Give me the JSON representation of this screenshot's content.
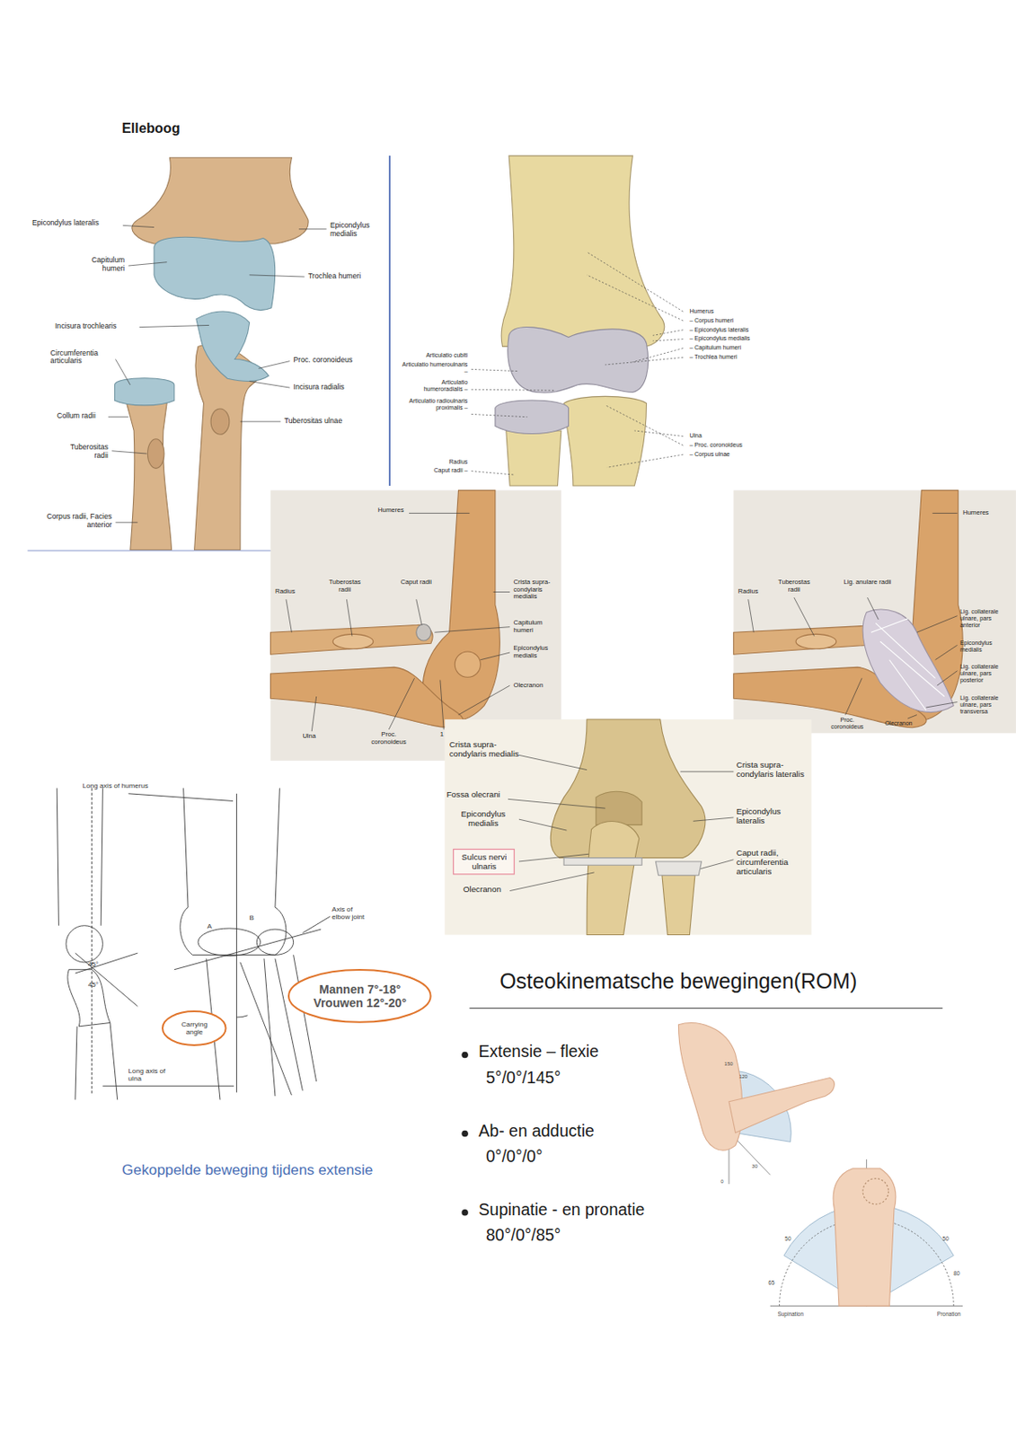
{
  "diagram": {
    "title": "Elleboog",
    "nodes": [
      {
        "text": [
          "Sulcus nervi ulnaris"
        ]
      },
      {
        "text": [
          "Carrying angle"
        ]
      },
      {
        "text": [
          "Mannen 7°-18°",
          "Vrouwen 12°-20°"
        ]
      }
    ],
    "labels": [
      "Epicondylus lateralis",
      "Capitulum humeri",
      "Incisura trochlearis",
      "Circumferentia articularis",
      "Collum radii",
      "Tuberositas radii",
      "Corpus radii, Facies anterior",
      "Epicondylus medialis",
      "Trochlea humeri",
      "Proc. coronoideus",
      "Incisura radialis",
      "Tuberositas ulnae",
      "Humerus",
      "– Corpus humeri",
      "– Epicondylus lateralis",
      "– Epicondylus medialis",
      "– Capitulum humeri",
      "– Trochlea humeri",
      "Articulatio cubiti",
      "Articulatio humeroulnaris –",
      "Articulatio humeroradialis –",
      "Articulatio radioulnaris proximalis –",
      "Ulna",
      "– Proc. coronoideus",
      "– Corpus ulnae",
      "Radius",
      "Caput radii –",
      "Humeres",
      "Radius",
      "Tuberostas radii",
      "Caput radii",
      "Crista supra-condylaris medialis",
      "Capitulum humeri",
      "Epicondylus medialis",
      "Olecranon",
      "Ulna",
      "Proc. coronoideus",
      "1",
      "Humeres",
      "Radius",
      "Tuberostas radii",
      "Lig. anulare radii",
      "Lig. collaterale ulnare, pars anterior",
      "Epicondylus medialis",
      "Lig. collaterale ulnare, pars posterior",
      "Lig. collaterale ulnare, pars transversa",
      "Proc. coronoideus",
      "Olecranon",
      "Crista supra-condylaris medialis",
      "Fossa olecrani",
      "Epicondylus medialis",
      "Olecranon",
      "Crista supra-condylaris lateralis",
      "Epicondylus lateralis",
      "Caput radii, circumferentia articularis",
      "Long axis of humerus",
      "Axis of elbow joint",
      "45°",
      "45°",
      "A",
      "B",
      "Long axis of ulna",
      "Gekoppelde beweging tijdens extensie",
      "Osteokinematsche bewegingen(ROM)",
      "Extensie – flexie",
      "5°/0°/145°",
      "Ab- en adductie",
      "0°/0°/0°",
      "Supinatie - en pronatie",
      "80°/0°/85°",
      "150",
      "120",
      "0",
      "30",
      "50",
      "50",
      "80",
      "65",
      "Supination",
      "Pronation"
    ]
  }
}
